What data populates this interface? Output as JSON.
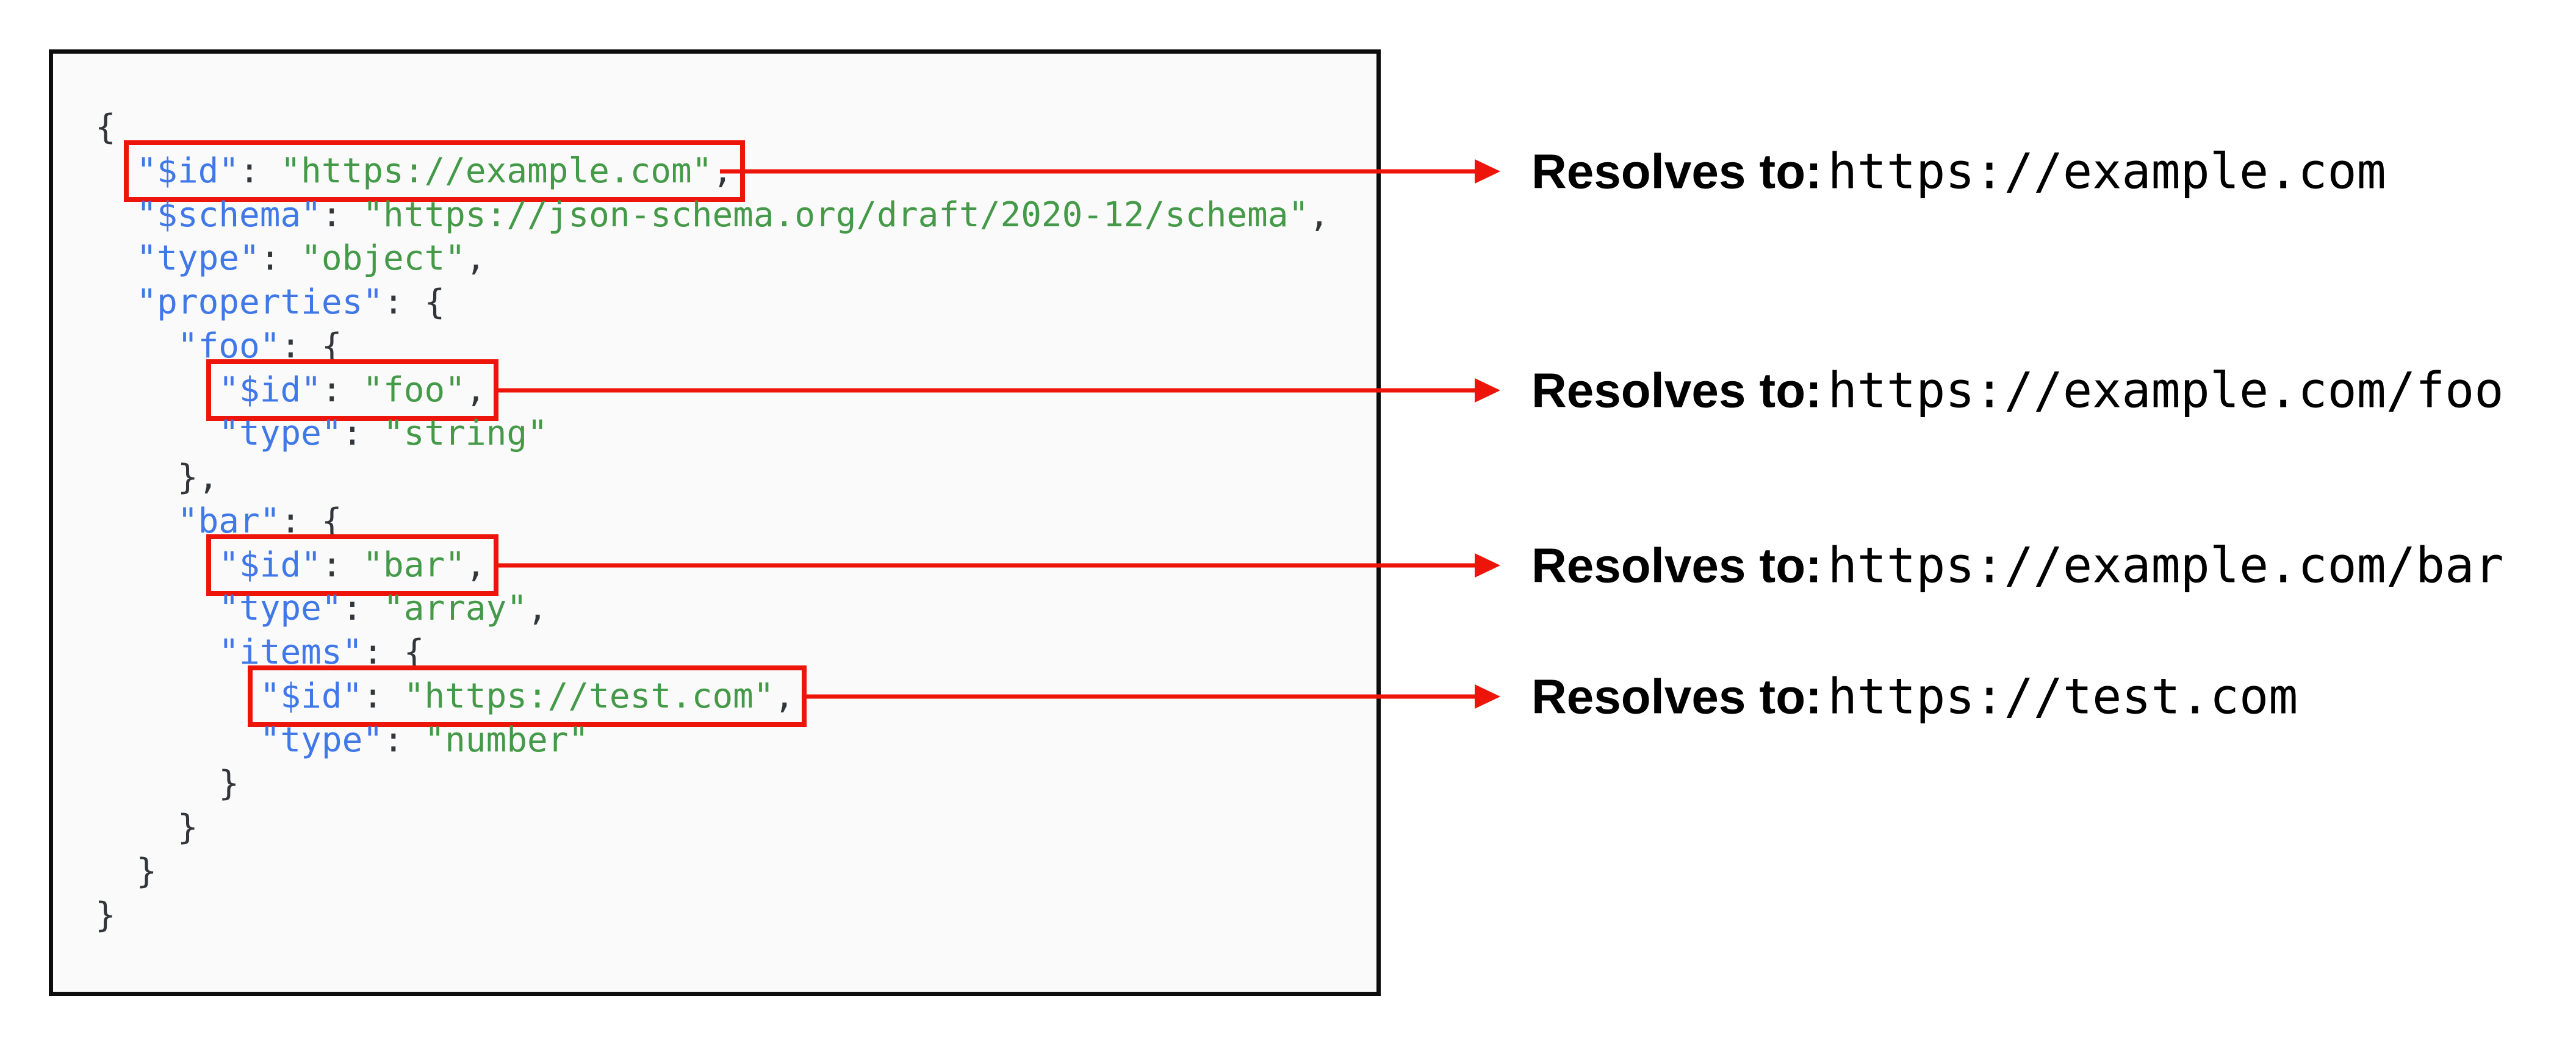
{
  "panel": {
    "background": "#fafafa",
    "border_color": "#0d0d0d"
  },
  "colors": {
    "key": "#4078e8",
    "string": "#449a48",
    "punctuation": "#32363b",
    "accent_red": "#ed1509",
    "text": "#000000"
  },
  "code": {
    "language": "json",
    "lines": [
      {
        "boxed": false,
        "tokens": [
          [
            "p",
            "{"
          ]
        ]
      },
      {
        "boxed": true,
        "tokens": [
          [
            "p",
            "  "
          ],
          [
            "k",
            "\"$id\""
          ],
          [
            "p",
            ": "
          ],
          [
            "s",
            "\"https://example.com\""
          ],
          [
            "p",
            ","
          ]
        ]
      },
      {
        "boxed": false,
        "tokens": [
          [
            "p",
            "  "
          ],
          [
            "k",
            "\"$schema\""
          ],
          [
            "p",
            ": "
          ],
          [
            "s",
            "\"https://json-schema.org/draft/2020-12/schema\""
          ],
          [
            "p",
            ","
          ]
        ]
      },
      {
        "boxed": false,
        "tokens": [
          [
            "p",
            "  "
          ],
          [
            "k",
            "\"type\""
          ],
          [
            "p",
            ": "
          ],
          [
            "s",
            "\"object\""
          ],
          [
            "p",
            ","
          ]
        ]
      },
      {
        "boxed": false,
        "tokens": [
          [
            "p",
            "  "
          ],
          [
            "k",
            "\"properties\""
          ],
          [
            "p",
            ": {"
          ]
        ]
      },
      {
        "boxed": false,
        "tokens": [
          [
            "p",
            "    "
          ],
          [
            "k",
            "\"foo\""
          ],
          [
            "p",
            ": {"
          ]
        ]
      },
      {
        "boxed": true,
        "tokens": [
          [
            "p",
            "      "
          ],
          [
            "k",
            "\"$id\""
          ],
          [
            "p",
            ": "
          ],
          [
            "s",
            "\"foo\""
          ],
          [
            "p",
            ","
          ]
        ]
      },
      {
        "boxed": false,
        "tokens": [
          [
            "p",
            "      "
          ],
          [
            "k",
            "\"type\""
          ],
          [
            "p",
            ": "
          ],
          [
            "s",
            "\"string\""
          ]
        ]
      },
      {
        "boxed": false,
        "tokens": [
          [
            "p",
            "    },"
          ]
        ]
      },
      {
        "boxed": false,
        "tokens": [
          [
            "p",
            "    "
          ],
          [
            "k",
            "\"bar\""
          ],
          [
            "p",
            ": {"
          ]
        ]
      },
      {
        "boxed": true,
        "tokens": [
          [
            "p",
            "      "
          ],
          [
            "k",
            "\"$id\""
          ],
          [
            "p",
            ": "
          ],
          [
            "s",
            "\"bar\""
          ],
          [
            "p",
            ","
          ]
        ]
      },
      {
        "boxed": false,
        "tokens": [
          [
            "p",
            "      "
          ],
          [
            "k",
            "\"type\""
          ],
          [
            "p",
            ": "
          ],
          [
            "s",
            "\"array\""
          ],
          [
            "p",
            ","
          ]
        ]
      },
      {
        "boxed": false,
        "tokens": [
          [
            "p",
            "      "
          ],
          [
            "k",
            "\"items\""
          ],
          [
            "p",
            ": {"
          ]
        ]
      },
      {
        "boxed": true,
        "tokens": [
          [
            "p",
            "        "
          ],
          [
            "k",
            "\"$id\""
          ],
          [
            "p",
            ": "
          ],
          [
            "s",
            "\"https://test.com\""
          ],
          [
            "p",
            ","
          ]
        ]
      },
      {
        "boxed": false,
        "tokens": [
          [
            "p",
            "        "
          ],
          [
            "k",
            "\"type\""
          ],
          [
            "p",
            ": "
          ],
          [
            "s",
            "\"number\""
          ]
        ]
      },
      {
        "boxed": false,
        "tokens": [
          [
            "p",
            "      }"
          ]
        ]
      },
      {
        "boxed": false,
        "tokens": [
          [
            "p",
            "    }"
          ]
        ]
      },
      {
        "boxed": false,
        "tokens": [
          [
            "p",
            "  }"
          ]
        ]
      },
      {
        "boxed": false,
        "tokens": [
          [
            "p",
            "}"
          ]
        ]
      }
    ]
  },
  "annotations": [
    {
      "label": "Resolves to:",
      "url": "https://example.com"
    },
    {
      "label": "Resolves to:",
      "url": "https://example.com/foo"
    },
    {
      "label": "Resolves to:",
      "url": "https://example.com/bar"
    },
    {
      "label": "Resolves to:",
      "url": "https://test.com"
    }
  ]
}
